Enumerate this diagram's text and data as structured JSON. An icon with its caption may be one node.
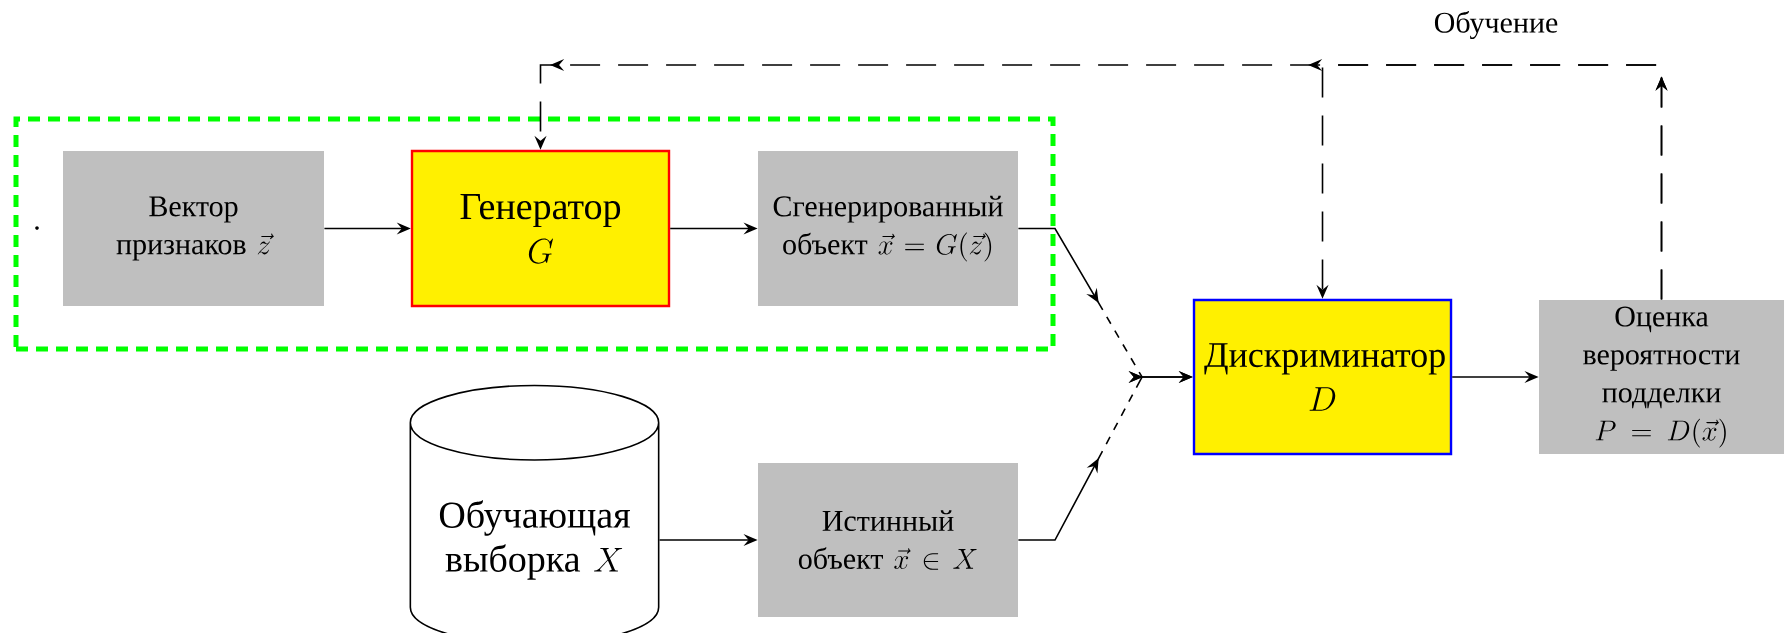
{
  "diagram": {
    "nodes": [
      {
        "text": [],
        "shape": "box"
      },
      {
        "text": [
          "Вектор признаков",
          "\\vec{z}"
        ],
        "in": 0
      },
      {
        "text": [
          "Генератор",
          "G"
        ],
        "in": 0
      },
      {
        "text": [
          "Сгенерированный объект",
          "\\vec{x} = G(\\vec{z})"
        ],
        "in": 0
      },
      {
        "text": [
          "Обучающая выборка",
          "X"
        ]
      },
      {
        "text": [
          "Истинный объект",
          "\\vec{x} \\in X"
        ]
      },
      {
        "text": [
          "Дискриминатор",
          "D"
        ]
      },
      {
        "text": [
          "Оценка вероятности подделки",
          "P = D(\\vec{x})"
        ]
      }
    ],
    "edges": [
      {
        "from": 1,
        "to": 2,
        "arrow": "to"
      },
      {
        "from": 2,
        "to": 3,
        "arrow": "to"
      },
      {
        "from": 4,
        "to": 5,
        "arrow": "to"
      },
      {
        "from": 3,
        "to": 6,
        "arrow": "to",
        "style": "dashed"
      },
      {
        "from": 5,
        "to": 6,
        "arrow": "to",
        "style": "dashed"
      },
      {
        "from": 6,
        "to": 7,
        "arrow": "to"
      },
      {
        "from": 7,
        "to": 6,
        "arrow": "to",
        "style": "dashed"
      },
      {
        "from": 7,
        "to": 2,
        "arrow": "to",
        "style": "dashed"
      }
    ],
    "labels": [
      "Обучение",
      "."
    ]
  }
}
